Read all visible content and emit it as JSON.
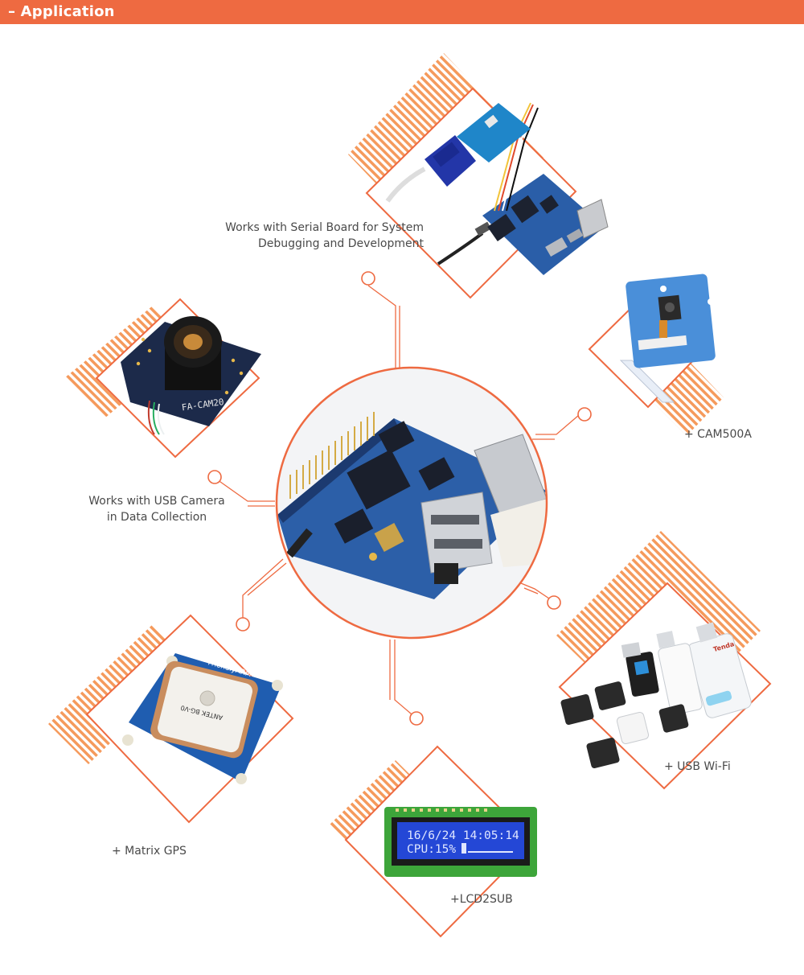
{
  "header": {
    "title": "Application",
    "dash": "–"
  },
  "colors": {
    "accent": "#ee6a41",
    "stripe": "#f59a5c",
    "board_blue": "#1e5aa8",
    "pcb_dark": "#2d3e63",
    "lcd_blue": "#2447d6",
    "lcd_green": "#3da53a"
  },
  "captions": {
    "serial_line1": "Works with Serial Board for System",
    "serial_line2": "Debugging and Development",
    "cam500a": "+ CAM500A",
    "usb_camera_line1": "Works with USB Camera",
    "usb_camera_line2": "in Data Collection",
    "usb_wifi": "+ USB Wi-Fi",
    "matrix_gps": "+ Matrix GPS",
    "lcd2sub": "+LCD2SUB"
  },
  "product_labels": {
    "usb_camera_silk": "FA-CAM20",
    "gps_brand": "FriendlyARM",
    "gps_antenna": "ANTEK BG-V0",
    "lcd_line1": "16/6/24 14:05:14",
    "lcd_line2": "CPU:15%",
    "wifi_brand": "Tenda"
  },
  "icons": [
    "serial-board-icon",
    "camera-module-icon",
    "usb-camera-icon",
    "gps-module-icon",
    "lcd-module-icon",
    "usb-wifi-dongles-icon",
    "main-board-icon"
  ]
}
